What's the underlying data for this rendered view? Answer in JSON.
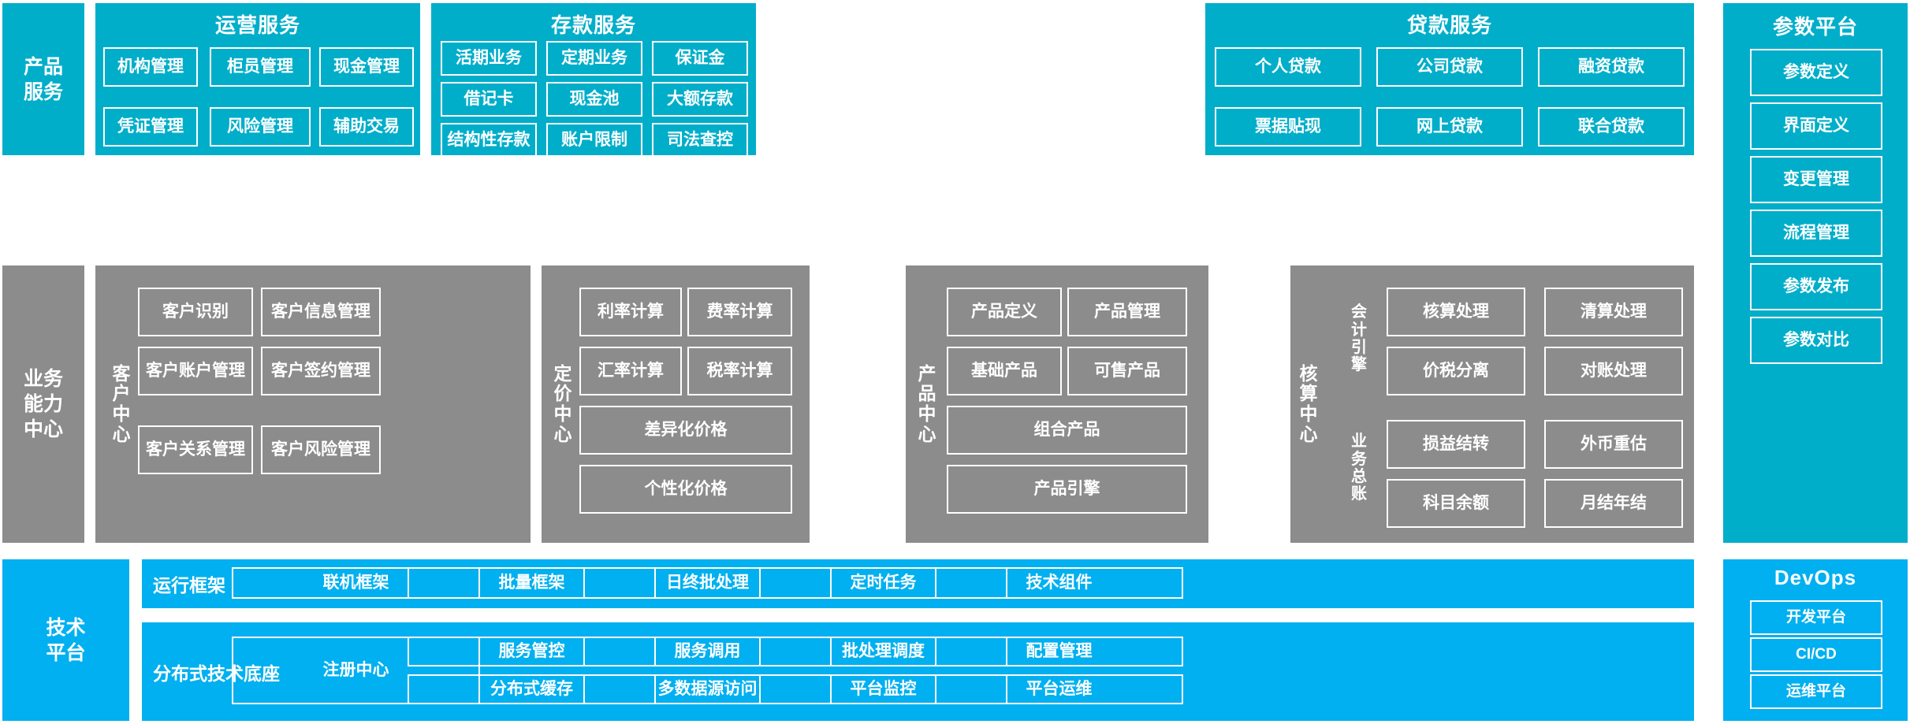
{
  "diagram": {
    "colors": {
      "product_service_fill": "#00AECA",
      "business_capability_fill": "#8C8C8C",
      "tech_platform_fill": "#00B0F0",
      "tile_border": "#FFFFFF",
      "text": "#FFFFFF",
      "page_background": "#FFFFFF"
    }
  },
  "layers": {
    "product_service": {
      "spine_label": "产品\n服务",
      "spine_line1": "产品",
      "spine_line2": "服务",
      "groups": [
        {
          "title": "运营服务",
          "name": "operations-service",
          "tiles": [
            "机构管理",
            "柜员管理",
            "现金管理",
            "凭证管理",
            "风险管理",
            "辅助交易"
          ]
        },
        {
          "title": "存款服务",
          "name": "deposit-service",
          "tiles": [
            "活期业务",
            "定期业务",
            "保证金",
            "借记卡",
            "现金池",
            "大额存款",
            "结构性存款",
            "账户限制",
            "司法查控"
          ]
        },
        {
          "title": "贷款服务",
          "name": "loan-service",
          "tiles": [
            "个人贷款",
            "公司贷款",
            "融资贷款",
            "票据贴现",
            "网上贷款",
            "联合贷款"
          ]
        }
      ]
    },
    "business_capability": {
      "spine_line1": "业务",
      "spine_line2": "能力",
      "spine_line3": "中心",
      "groups": [
        {
          "name": "customer-center",
          "vlabel": [
            "客",
            "户",
            "中",
            "心"
          ],
          "tiles": [
            "客户识别",
            "客户信息管理",
            "客户账户管理",
            "客户签约管理",
            "客户关系管理",
            "客户风险管理"
          ]
        },
        {
          "name": "pricing-center",
          "vlabel": [
            "定",
            "价",
            "中",
            "心"
          ],
          "tiles": [
            "利率计算",
            "费率计算",
            "汇率计算",
            "税率计算",
            "差异化价格",
            "个性化价格"
          ]
        },
        {
          "name": "product-center",
          "vlabel": [
            "产",
            "品",
            "中",
            "心"
          ],
          "tiles": [
            "产品定义",
            "产品管理",
            "基础产品",
            "可售产品",
            "组合产品",
            "产品引擎"
          ]
        },
        {
          "name": "accounting-center",
          "vlabel": [
            "核",
            "算",
            "中",
            "心"
          ],
          "sub_vlabel_1": [
            "会",
            "计",
            "引",
            "擎"
          ],
          "sub_vlabel_2": [
            "业",
            "务",
            "总",
            "账"
          ],
          "tiles": [
            "核算处理",
            "清算处理",
            "价税分离",
            "对账处理",
            "损益结转",
            "外币重估",
            "科目余额",
            "月结年结"
          ]
        }
      ]
    },
    "tech_platform": {
      "spine_line1": "技术",
      "spine_line2": "平台",
      "rows": [
        {
          "name": "runtime-framework",
          "label": "运行框架",
          "tiles": [
            "联机框架",
            "批量框架",
            "日终批处理",
            "定时任务",
            "技术组件"
          ]
        },
        {
          "name": "distributed-foundation",
          "label": "分布式技术底座",
          "wide_tile": "注册中心",
          "tiles_row1": [
            "服务管控",
            "服务调用",
            "批处理调度",
            "配置管理"
          ],
          "tiles_row2": [
            "分布式缓存",
            "多数据源访问",
            "平台监控",
            "平台运维"
          ]
        }
      ]
    },
    "parameter_platform": {
      "title": "参数平台",
      "name": "parameter-platform",
      "tiles": [
        "参数定义",
        "界面定义",
        "变更管理",
        "流程管理",
        "参数发布",
        "参数对比"
      ]
    },
    "devops": {
      "title": "DevOps",
      "name": "devops-platform",
      "tiles": [
        "开发平台",
        "CI/CD",
        "运维平台"
      ]
    }
  }
}
